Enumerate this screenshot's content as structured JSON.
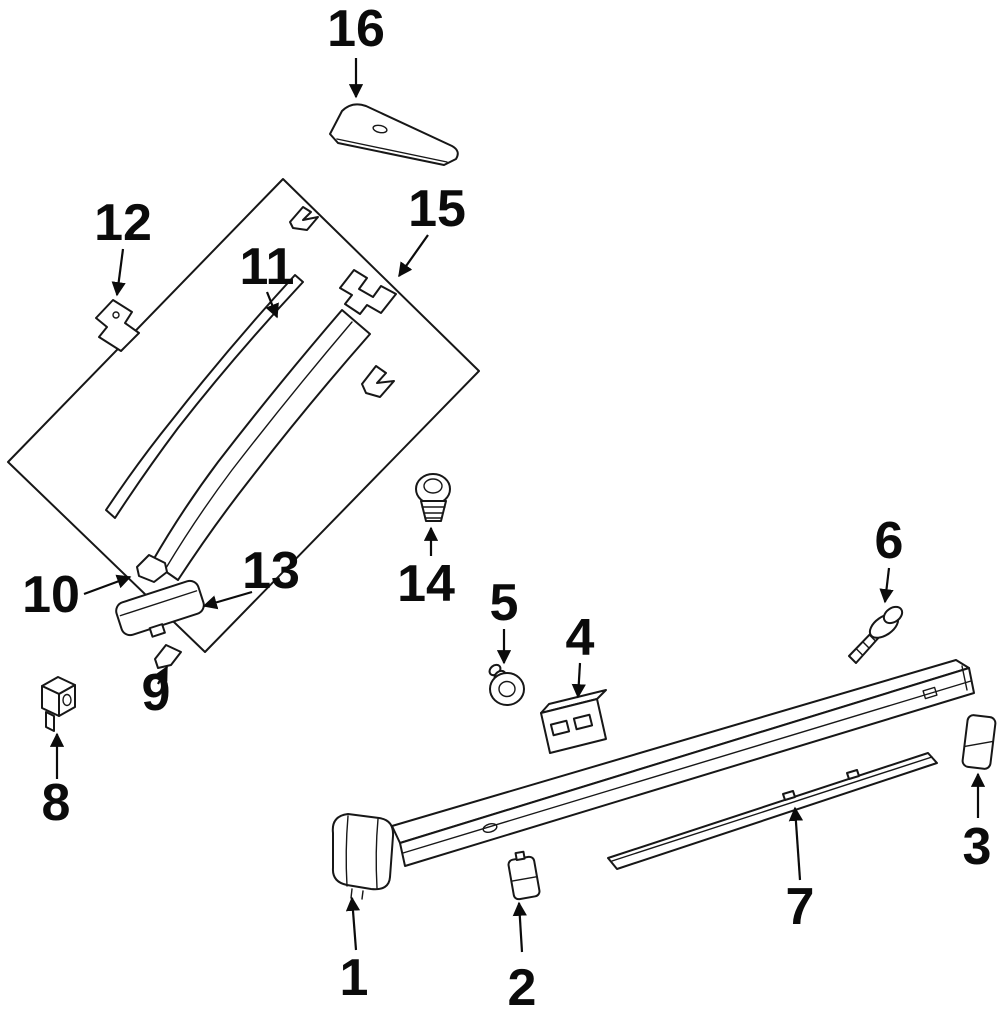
{
  "canvas": {
    "background": "#ffffff",
    "line_color": "#171717"
  },
  "parts": [
    {
      "label": "1"
    },
    {
      "label": "2"
    },
    {
      "label": "3"
    },
    {
      "label": "4"
    },
    {
      "label": "5"
    },
    {
      "label": "6"
    },
    {
      "label": "7"
    },
    {
      "label": "8"
    },
    {
      "label": "9"
    },
    {
      "label": "10"
    },
    {
      "label": "11"
    },
    {
      "label": "12"
    },
    {
      "label": "13"
    },
    {
      "label": "14"
    },
    {
      "label": "15"
    },
    {
      "label": "16"
    }
  ]
}
